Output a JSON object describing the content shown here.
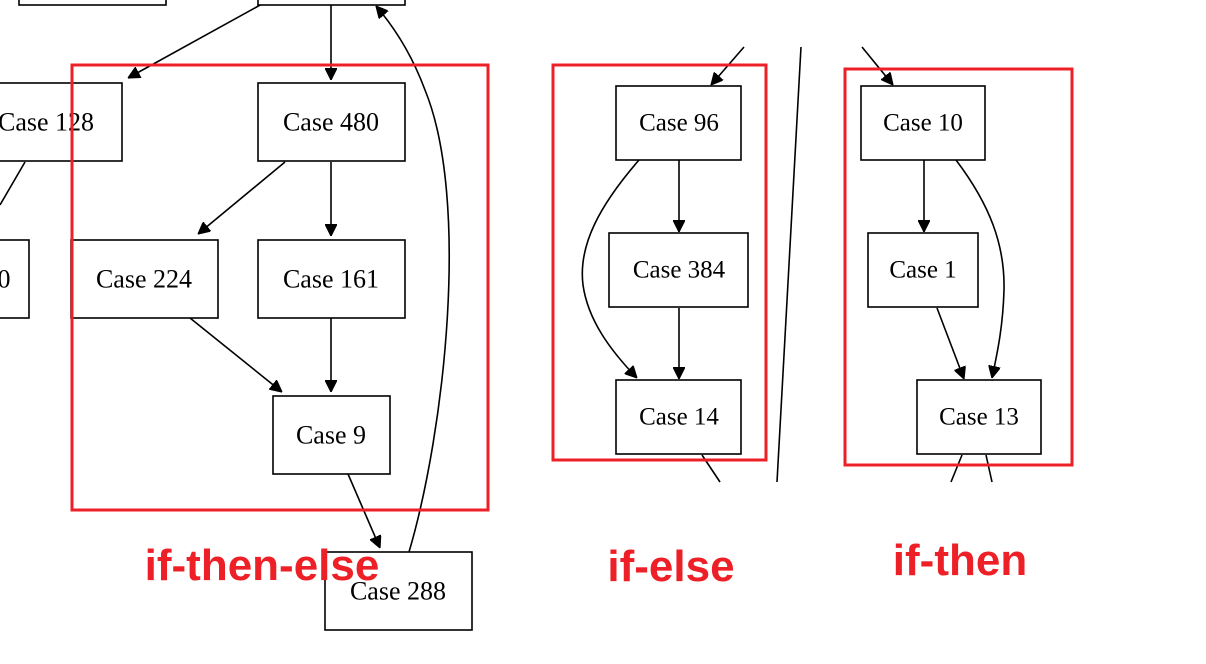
{
  "title": "Control-flow patterns in a case graph",
  "colors": {
    "cluster": "#ee2027",
    "node_stroke": "#000000",
    "edge": "#000000"
  },
  "nodes": [
    {
      "id": "top-left-partial",
      "label": ""
    },
    {
      "id": "top-center-partial",
      "label": ""
    },
    {
      "id": "case-128",
      "label": "Case 128"
    },
    {
      "id": "case-480",
      "label": "Case 480"
    },
    {
      "id": "left-partial-0",
      "label": "0"
    },
    {
      "id": "case-224",
      "label": "Case 224"
    },
    {
      "id": "case-161",
      "label": "Case 161"
    },
    {
      "id": "case-9",
      "label": "Case 9"
    },
    {
      "id": "case-288",
      "label": "Case 288"
    },
    {
      "id": "case-96",
      "label": "Case 96"
    },
    {
      "id": "case-384",
      "label": "Case 384"
    },
    {
      "id": "case-14",
      "label": "Case 14"
    },
    {
      "id": "case-10",
      "label": "Case 10"
    },
    {
      "id": "case-1",
      "label": "Case 1"
    },
    {
      "id": "case-13",
      "label": "Case 13"
    }
  ],
  "edges": [
    {
      "from": "top-center-partial",
      "to": "case-128"
    },
    {
      "from": "top-center-partial",
      "to": "case-480"
    },
    {
      "from": "case-128",
      "to": "left-partial-0"
    },
    {
      "from": "case-480",
      "to": "case-224"
    },
    {
      "from": "case-480",
      "to": "case-161"
    },
    {
      "from": "case-224",
      "to": "case-9"
    },
    {
      "from": "case-161",
      "to": "case-9"
    },
    {
      "from": "case-9",
      "to": "case-288"
    },
    {
      "from": "case-288",
      "to": "top-center-partial"
    },
    {
      "from": "(offscreen)",
      "to": "case-96"
    },
    {
      "from": "case-96",
      "to": "case-384"
    },
    {
      "from": "case-96",
      "to": "case-14"
    },
    {
      "from": "case-384",
      "to": "case-14"
    },
    {
      "from": "case-14",
      "to": "(offscreen)"
    },
    {
      "from": "(offscreen)",
      "to": "case-10"
    },
    {
      "from": "case-10",
      "to": "case-1"
    },
    {
      "from": "case-10",
      "to": "case-13"
    },
    {
      "from": "case-1",
      "to": "case-13"
    },
    {
      "from": "case-13",
      "to": "(offscreen)"
    }
  ],
  "clusters": [
    {
      "id": "if-then-else",
      "label": "if-then-else",
      "members": [
        "case-480",
        "case-224",
        "case-161",
        "case-9"
      ]
    },
    {
      "id": "if-else",
      "label": "if-else",
      "members": [
        "case-96",
        "case-384",
        "case-14"
      ]
    },
    {
      "id": "if-then",
      "label": "if-then",
      "members": [
        "case-10",
        "case-1",
        "case-13"
      ]
    }
  ]
}
